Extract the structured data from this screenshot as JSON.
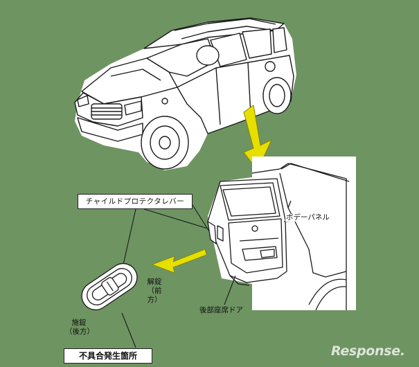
{
  "labels": {
    "lever": "チャイルドプロテクタレバー",
    "body_panel": "ボデーパネル",
    "door": "後部座席ドア",
    "unlock": "解錠（前方）",
    "lock": "施錠（後方）",
    "defect_location": "不具合発生箇所"
  },
  "watermark": "Response.",
  "colors": {
    "background": "#6e9462",
    "drawing_fill": "#ffffff",
    "line": "#1a1a1a",
    "arrow": "#e7df00"
  }
}
